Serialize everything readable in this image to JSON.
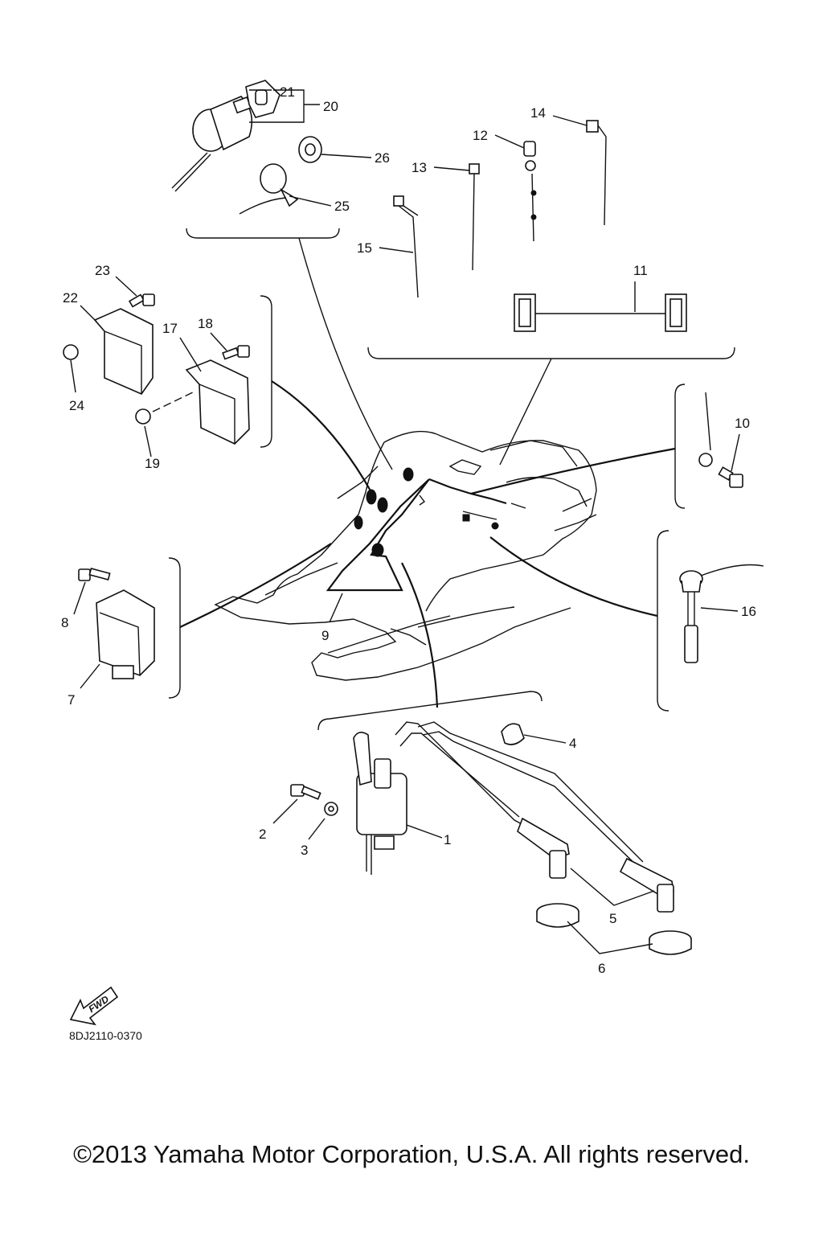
{
  "diagram": {
    "callouts": [
      {
        "id": "c1",
        "label": "1"
      },
      {
        "id": "c2",
        "label": "2"
      },
      {
        "id": "c3",
        "label": "3"
      },
      {
        "id": "c4",
        "label": "4"
      },
      {
        "id": "c5",
        "label": "5"
      },
      {
        "id": "c6",
        "label": "6"
      },
      {
        "id": "c7",
        "label": "7"
      },
      {
        "id": "c8",
        "label": "8"
      },
      {
        "id": "c9",
        "label": "9"
      },
      {
        "id": "c10",
        "label": "10"
      },
      {
        "id": "c11",
        "label": "11"
      },
      {
        "id": "c12",
        "label": "12"
      },
      {
        "id": "c13",
        "label": "13"
      },
      {
        "id": "c14",
        "label": "14"
      },
      {
        "id": "c15",
        "label": "15"
      },
      {
        "id": "c16",
        "label": "16"
      },
      {
        "id": "c17",
        "label": "17"
      },
      {
        "id": "c18",
        "label": "18"
      },
      {
        "id": "c19",
        "label": "19"
      },
      {
        "id": "c20",
        "label": "20"
      },
      {
        "id": "c21",
        "label": "21"
      },
      {
        "id": "c22",
        "label": "22"
      },
      {
        "id": "c23",
        "label": "23"
      },
      {
        "id": "c24",
        "label": "24"
      },
      {
        "id": "c25",
        "label": "25"
      },
      {
        "id": "c26",
        "label": "26"
      }
    ],
    "fwd_label": "FWD",
    "part_code": "8DJ2110-0370"
  },
  "footer": {
    "copyright": "©2013 Yamaha Motor Corporation, U.S.A. All rights reserved."
  }
}
